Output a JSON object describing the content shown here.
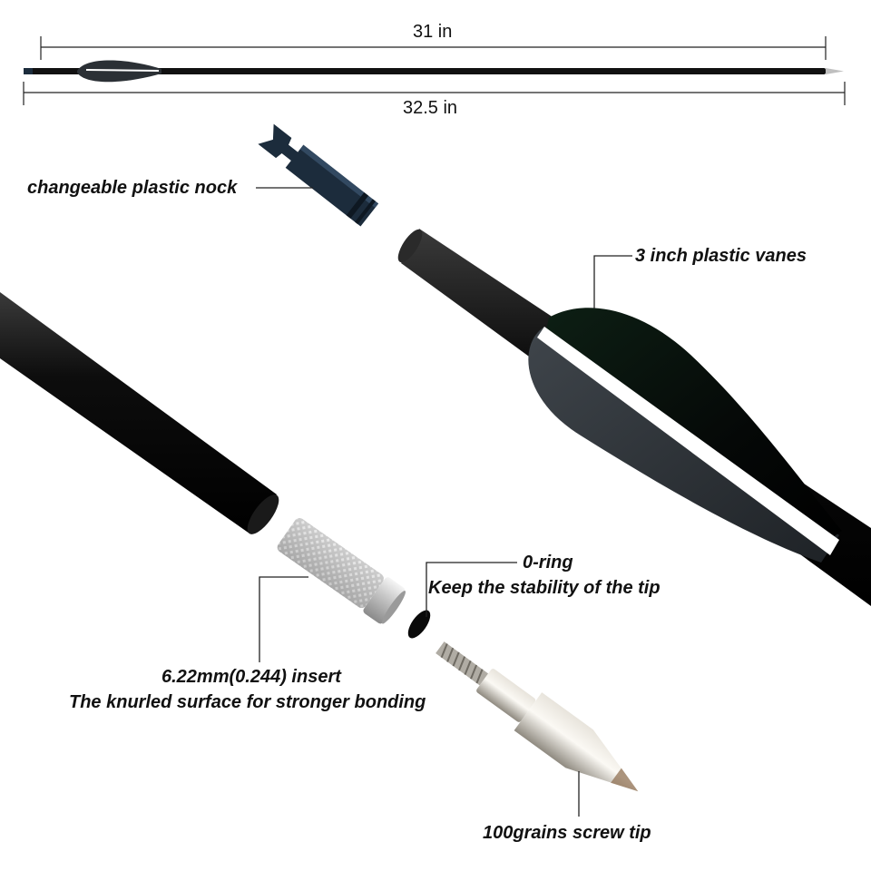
{
  "dimensions": {
    "inner_length": "31 in",
    "outer_length": "32.5 in"
  },
  "callouts": {
    "nock": "changeable plastic nock",
    "vanes": "3 inch plastic vanes",
    "oring_title": "0-ring",
    "oring_desc": "Keep the stability of the tip",
    "insert_title": "6.22mm(0.244) insert",
    "insert_desc": "The knurled surface for stronger bonding",
    "tip": "100grains screw tip"
  },
  "colors": {
    "shaft": "#111111",
    "vane": "#2b3035",
    "vane_stripe": "#ffffff",
    "nock": "#1c2c3c",
    "metal": "#c9c9c9",
    "line": "#222222"
  }
}
